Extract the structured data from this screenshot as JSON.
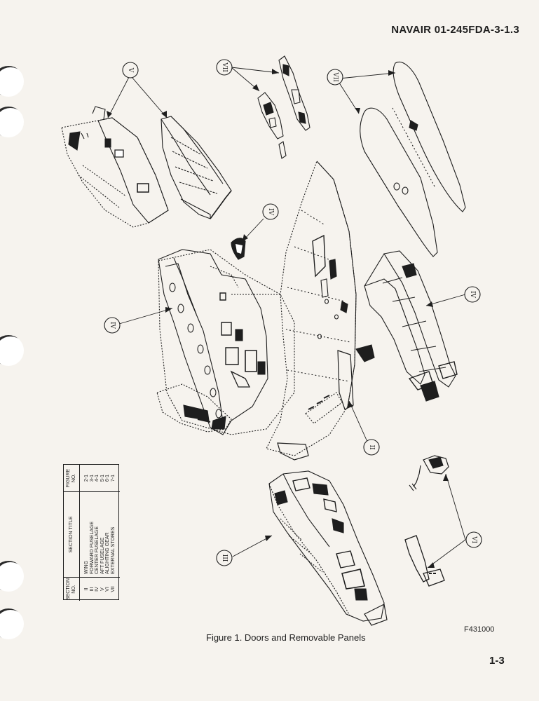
{
  "header": {
    "doc_number": "NAVAIR  01-245FDA-3-1.3"
  },
  "figure": {
    "caption": "Figure 1.  Doors and Removable Panels",
    "id": "F431000"
  },
  "footer": {
    "page_number": "1-3"
  },
  "callouts": {
    "v": "V",
    "vii_top": "VII",
    "vii_right": "VII",
    "iv_small": "IV",
    "iv_left": "IV",
    "iv_right": "IV",
    "ii": "II",
    "iii": "III",
    "vi": "VI"
  },
  "section_table": {
    "headers": {
      "section_no": "SECTION NO.",
      "section_title": "SECTION TITLE",
      "figure_no": "FIGURE NO."
    },
    "rows": [
      {
        "section_no": "II",
        "title": "WING",
        "figure_no": "2-1"
      },
      {
        "section_no": "III",
        "title": "FORWARD FUSELAGE",
        "figure_no": "3-1"
      },
      {
        "section_no": "IV",
        "title": "CENTER FUSELAGE",
        "figure_no": "4-1"
      },
      {
        "section_no": "V",
        "title": "AFT FUSELAGE",
        "figure_no": "5-1"
      },
      {
        "section_no": "VI",
        "title": "ALIGHTING GEAR",
        "figure_no": "6-1"
      },
      {
        "section_no": "VII",
        "title": "EXTERNAL STORES",
        "figure_no": "7-1"
      }
    ]
  },
  "colors": {
    "ink": "#1e1e1e",
    "paper": "#f6f3ee",
    "hole": "#ffffff"
  }
}
